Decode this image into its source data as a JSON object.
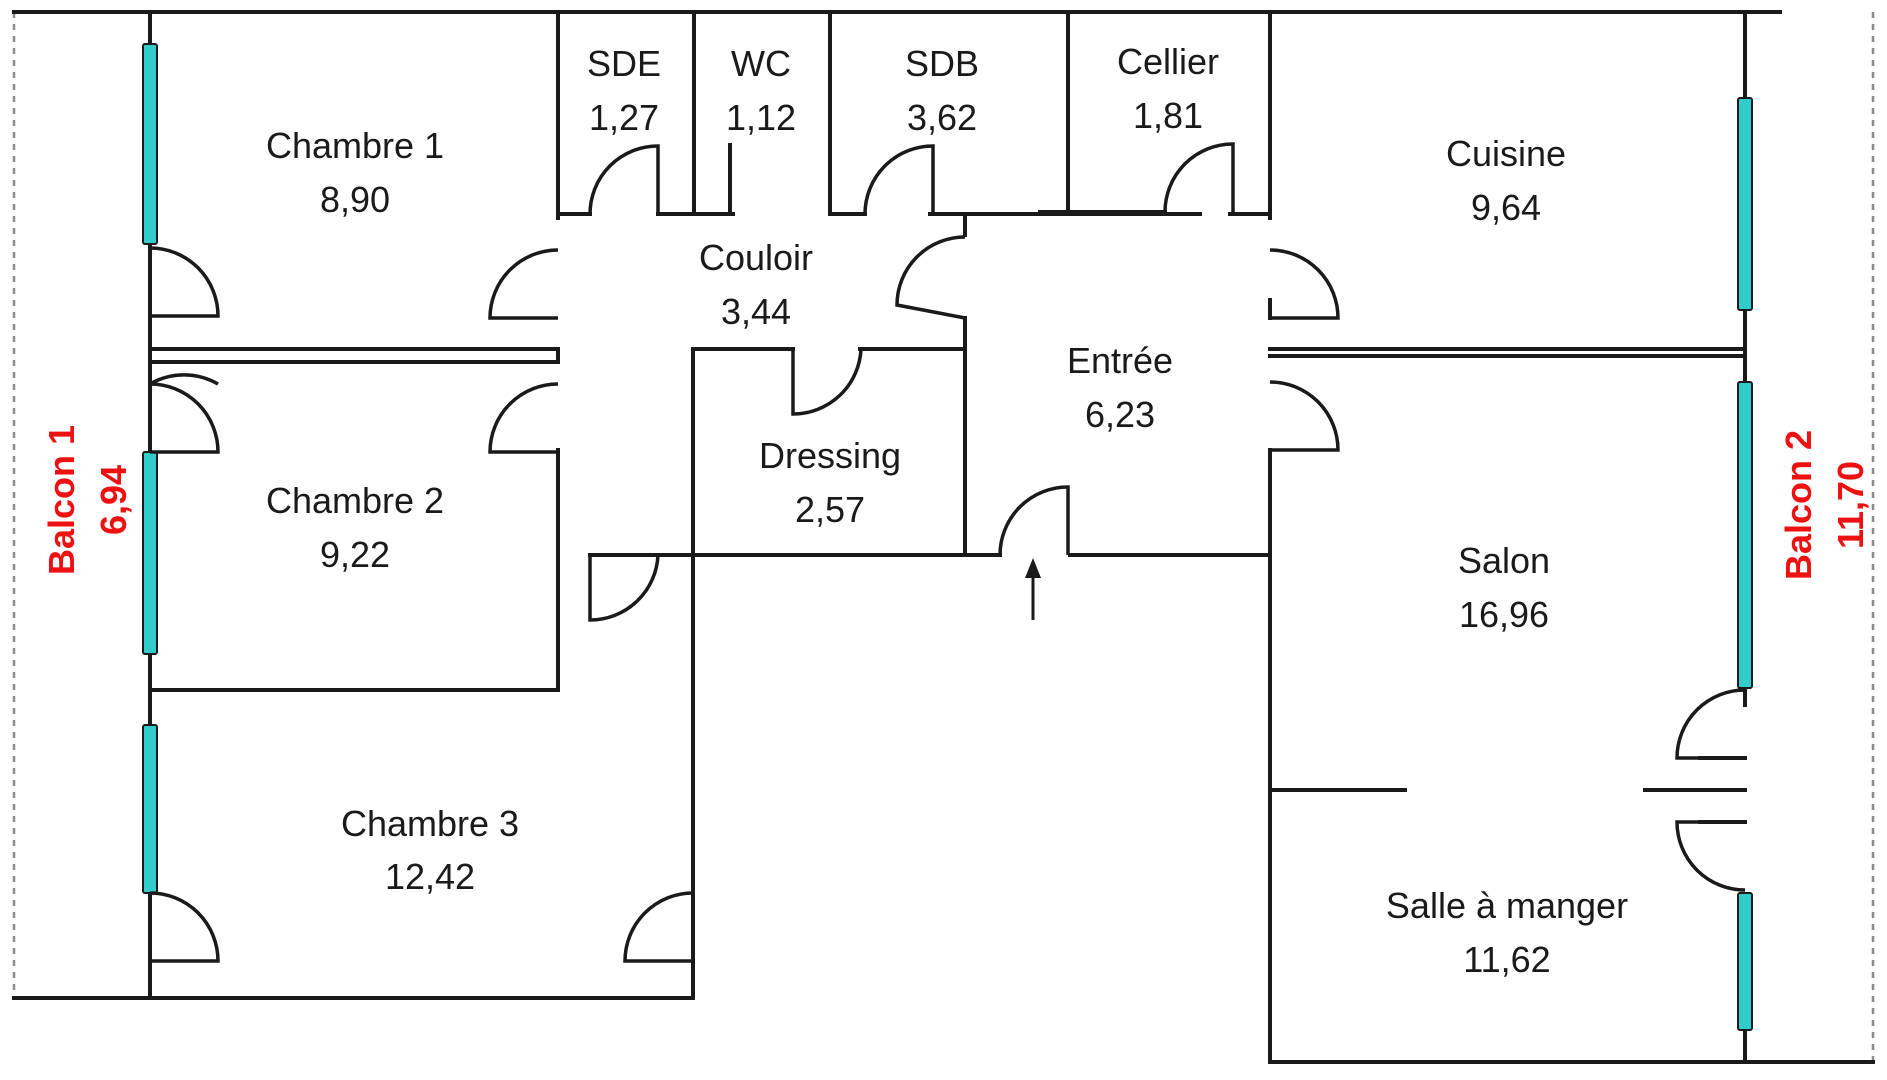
{
  "colors": {
    "wall": "#1a1a1a",
    "window": "#33cccc",
    "window_alt": "#2bc3e0",
    "balcony_text": "#ee1111",
    "edge": "#8c8c8c"
  },
  "rooms": {
    "chambre1": {
      "name": "Chambre 1",
      "area": "8,90"
    },
    "chambre2": {
      "name": "Chambre 2",
      "area": "9,22"
    },
    "chambre3": {
      "name": "Chambre 3",
      "area": "12,42"
    },
    "sde": {
      "name": "SDE",
      "area": "1,27"
    },
    "wc": {
      "name": "WC",
      "area": "1,12"
    },
    "sdb": {
      "name": "SDB",
      "area": "3,62"
    },
    "cellier": {
      "name": "Cellier",
      "area": "1,81"
    },
    "cuisine": {
      "name": "Cuisine",
      "area": "9,64"
    },
    "couloir": {
      "name": "Couloir",
      "area": "3,44"
    },
    "entree": {
      "name": "Entrée",
      "area": "6,23"
    },
    "dressing": {
      "name": "Dressing",
      "area": "2,57"
    },
    "salon": {
      "name": "Salon",
      "area": "16,96"
    },
    "salle_a_manger": {
      "name": "Salle à manger",
      "area": "11,62"
    }
  },
  "balconies": {
    "balcon1": {
      "name": "Balcon 1",
      "area": "6,94"
    },
    "balcon2": {
      "name": "Balcon 2",
      "area": "11,70"
    }
  },
  "icons": {
    "entrance": "entrance-arrow-icon"
  }
}
